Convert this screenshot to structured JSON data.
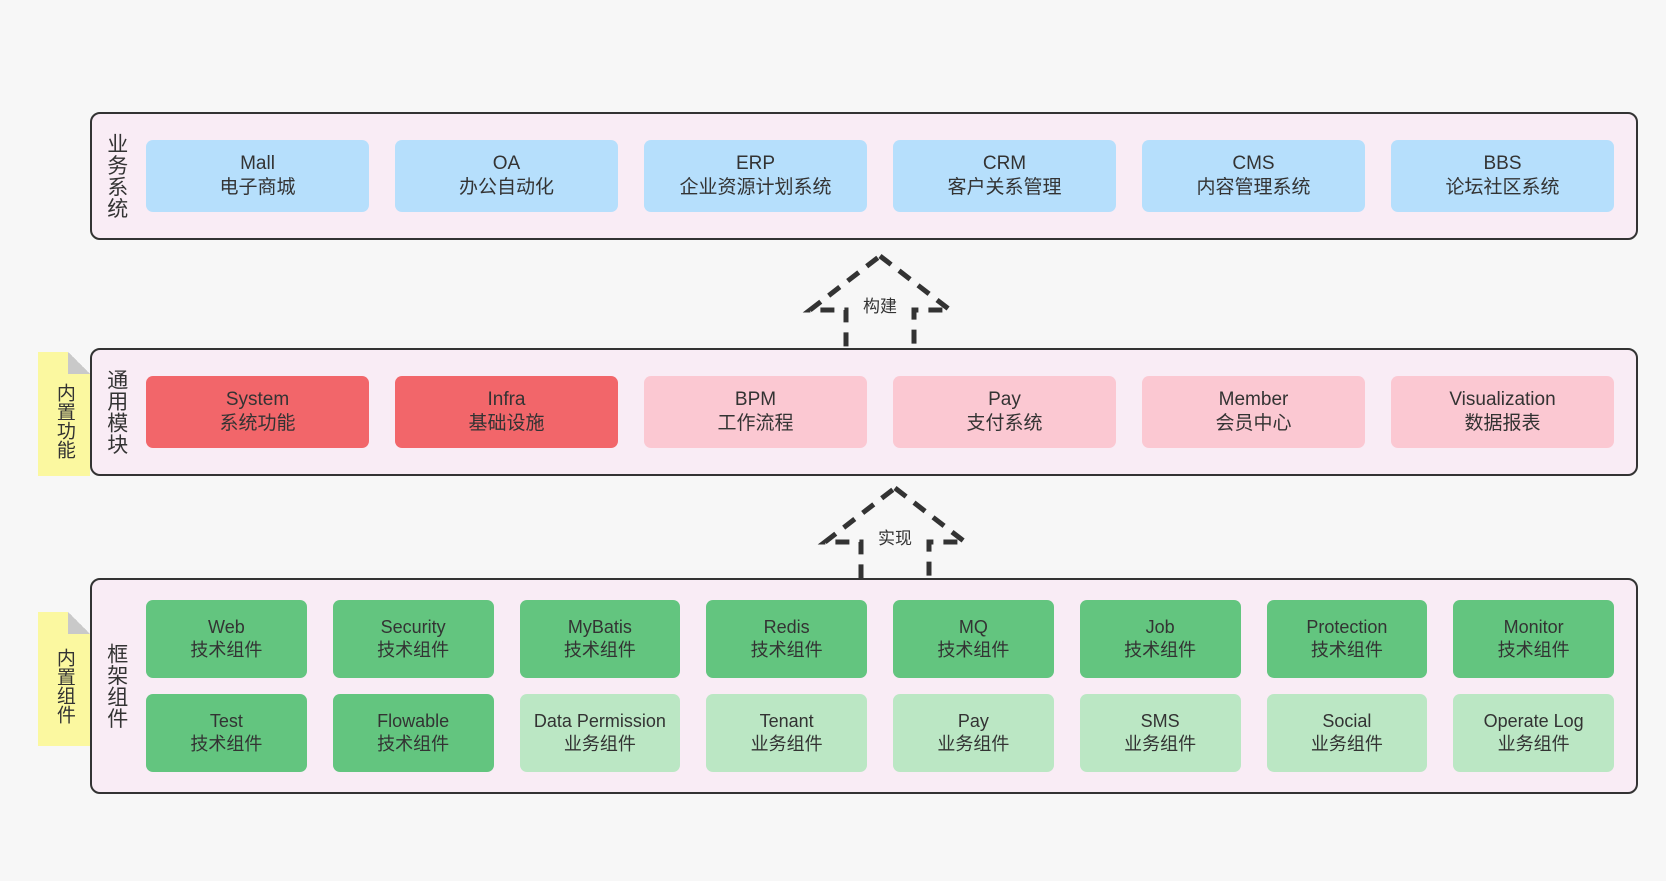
{
  "diagram": {
    "background_color": "#f7f7f7",
    "panel_color": "#f9ecf5",
    "panel_border_color": "#333333",
    "sticky_color": "#fbf8a0"
  },
  "layers": [
    {
      "id": "business",
      "title": "业务系统",
      "sticky": null,
      "rows": [
        {
          "cards": [
            {
              "en": "Mall",
              "cn": "电子商城",
              "color": "#b6dffc",
              "style": "blue"
            },
            {
              "en": "OA",
              "cn": "办公自动化",
              "color": "#b6dffc",
              "style": "blue"
            },
            {
              "en": "ERP",
              "cn": "企业资源计划系统",
              "color": "#b6dffc",
              "style": "blue"
            },
            {
              "en": "CRM",
              "cn": "客户关系管理",
              "color": "#b6dffc",
              "style": "blue"
            },
            {
              "en": "CMS",
              "cn": "内容管理系统",
              "color": "#b6dffc",
              "style": "blue"
            },
            {
              "en": "BBS",
              "cn": "论坛社区系统",
              "color": "#b6dffc",
              "style": "blue"
            }
          ]
        }
      ]
    },
    {
      "id": "common",
      "title": "通用模块",
      "sticky": "内置功能",
      "rows": [
        {
          "cards": [
            {
              "en": "System",
              "cn": "系统功能",
              "color": "#f2666a",
              "style": "red"
            },
            {
              "en": "Infra",
              "cn": "基础设施",
              "color": "#f2666a",
              "style": "red"
            },
            {
              "en": "BPM",
              "cn": "工作流程",
              "color": "#fbc8d2",
              "style": "pink"
            },
            {
              "en": "Pay",
              "cn": "支付系统",
              "color": "#fbc8d2",
              "style": "pink"
            },
            {
              "en": "Member",
              "cn": "会员中心",
              "color": "#fbc8d2",
              "style": "pink"
            },
            {
              "en": "Visualization",
              "cn": "数据报表",
              "color": "#fbc8d2",
              "style": "pink"
            }
          ]
        }
      ]
    },
    {
      "id": "framework",
      "title": "框架组件",
      "sticky": "内置组件",
      "rows": [
        {
          "cards": [
            {
              "en": "Web",
              "cn": "技术组件",
              "color": "#63c57f",
              "style": "green"
            },
            {
              "en": "Security",
              "cn": "技术组件",
              "color": "#63c57f",
              "style": "green"
            },
            {
              "en": "MyBatis",
              "cn": "技术组件",
              "color": "#63c57f",
              "style": "green"
            },
            {
              "en": "Redis",
              "cn": "技术组件",
              "color": "#63c57f",
              "style": "green"
            },
            {
              "en": "MQ",
              "cn": "技术组件",
              "color": "#63c57f",
              "style": "green"
            },
            {
              "en": "Job",
              "cn": "技术组件",
              "color": "#63c57f",
              "style": "green"
            },
            {
              "en": "Protection",
              "cn": "技术组件",
              "color": "#63c57f",
              "style": "green"
            },
            {
              "en": "Monitor",
              "cn": "技术组件",
              "color": "#63c57f",
              "style": "green"
            }
          ]
        },
        {
          "cards": [
            {
              "en": "Test",
              "cn": "技术组件",
              "color": "#63c57f",
              "style": "green"
            },
            {
              "en": "Flowable",
              "cn": "技术组件",
              "color": "#63c57f",
              "style": "green"
            },
            {
              "en": "Data Permission",
              "cn": "业务组件",
              "color": "#bbe7c4",
              "style": "lgreen",
              "wrap": true
            },
            {
              "en": "Tenant",
              "cn": "业务组件",
              "color": "#bbe7c4",
              "style": "lgreen"
            },
            {
              "en": "Pay",
              "cn": "业务组件",
              "color": "#bbe7c4",
              "style": "lgreen"
            },
            {
              "en": "SMS",
              "cn": "业务组件",
              "color": "#bbe7c4",
              "style": "lgreen"
            },
            {
              "en": "Social",
              "cn": "业务组件",
              "color": "#bbe7c4",
              "style": "lgreen"
            },
            {
              "en": "Operate Log",
              "cn": "业务组件",
              "color": "#bbe7c4",
              "style": "lgreen"
            }
          ]
        }
      ]
    }
  ],
  "arrows": [
    {
      "id": "build",
      "label": "构建",
      "direction": "up",
      "style": "dashed-hollow-triangle"
    },
    {
      "id": "implement",
      "label": "实现",
      "direction": "up",
      "style": "dashed-hollow-triangle"
    }
  ]
}
